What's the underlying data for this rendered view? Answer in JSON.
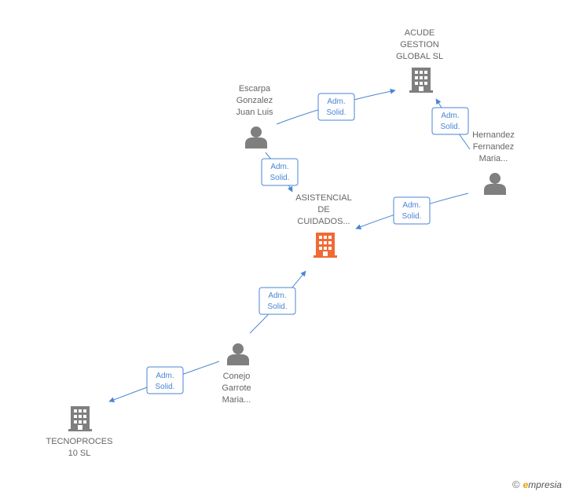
{
  "colors": {
    "edge": "#4a86d4",
    "node_gray": "#7f7f7f",
    "node_focus": "#f06a35",
    "label": "#666666"
  },
  "nodes": {
    "acude": {
      "icon": "building-icon",
      "lines": [
        "ACUDE",
        "GESTION",
        "GLOBAL SL"
      ]
    },
    "escarpa": {
      "icon": "person-icon",
      "lines": [
        "Escarpa",
        "Gonzalez",
        "Juan Luis"
      ]
    },
    "hernandez": {
      "icon": "person-icon",
      "lines": [
        "Hernandez",
        "Fernandez",
        "Maria..."
      ]
    },
    "asistencial": {
      "icon": "building-icon",
      "lines": [
        "ASISTENCIAL",
        "DE",
        "CUIDADOS..."
      ]
    },
    "conejo": {
      "icon": "person-icon",
      "lines": [
        "Conejo",
        "Garrote",
        "Maria..."
      ]
    },
    "tecnoproces": {
      "icon": "building-icon",
      "lines": [
        "TECNOPROCES",
        "10 SL"
      ]
    }
  },
  "edges": [
    {
      "id": "e1",
      "lines": [
        "Adm.",
        "Solid."
      ]
    },
    {
      "id": "e2",
      "lines": [
        "Adm.",
        "Solid."
      ]
    },
    {
      "id": "e3",
      "lines": [
        "Adm.",
        "Solid."
      ]
    },
    {
      "id": "e4",
      "lines": [
        "Adm.",
        "Solid."
      ]
    },
    {
      "id": "e5",
      "lines": [
        "Adm.",
        "Solid."
      ]
    },
    {
      "id": "e6",
      "lines": [
        "Adm.",
        "Solid."
      ]
    }
  ],
  "watermark": {
    "copyright": "©",
    "brand_initial": "e",
    "brand_rest": "mpresia"
  }
}
